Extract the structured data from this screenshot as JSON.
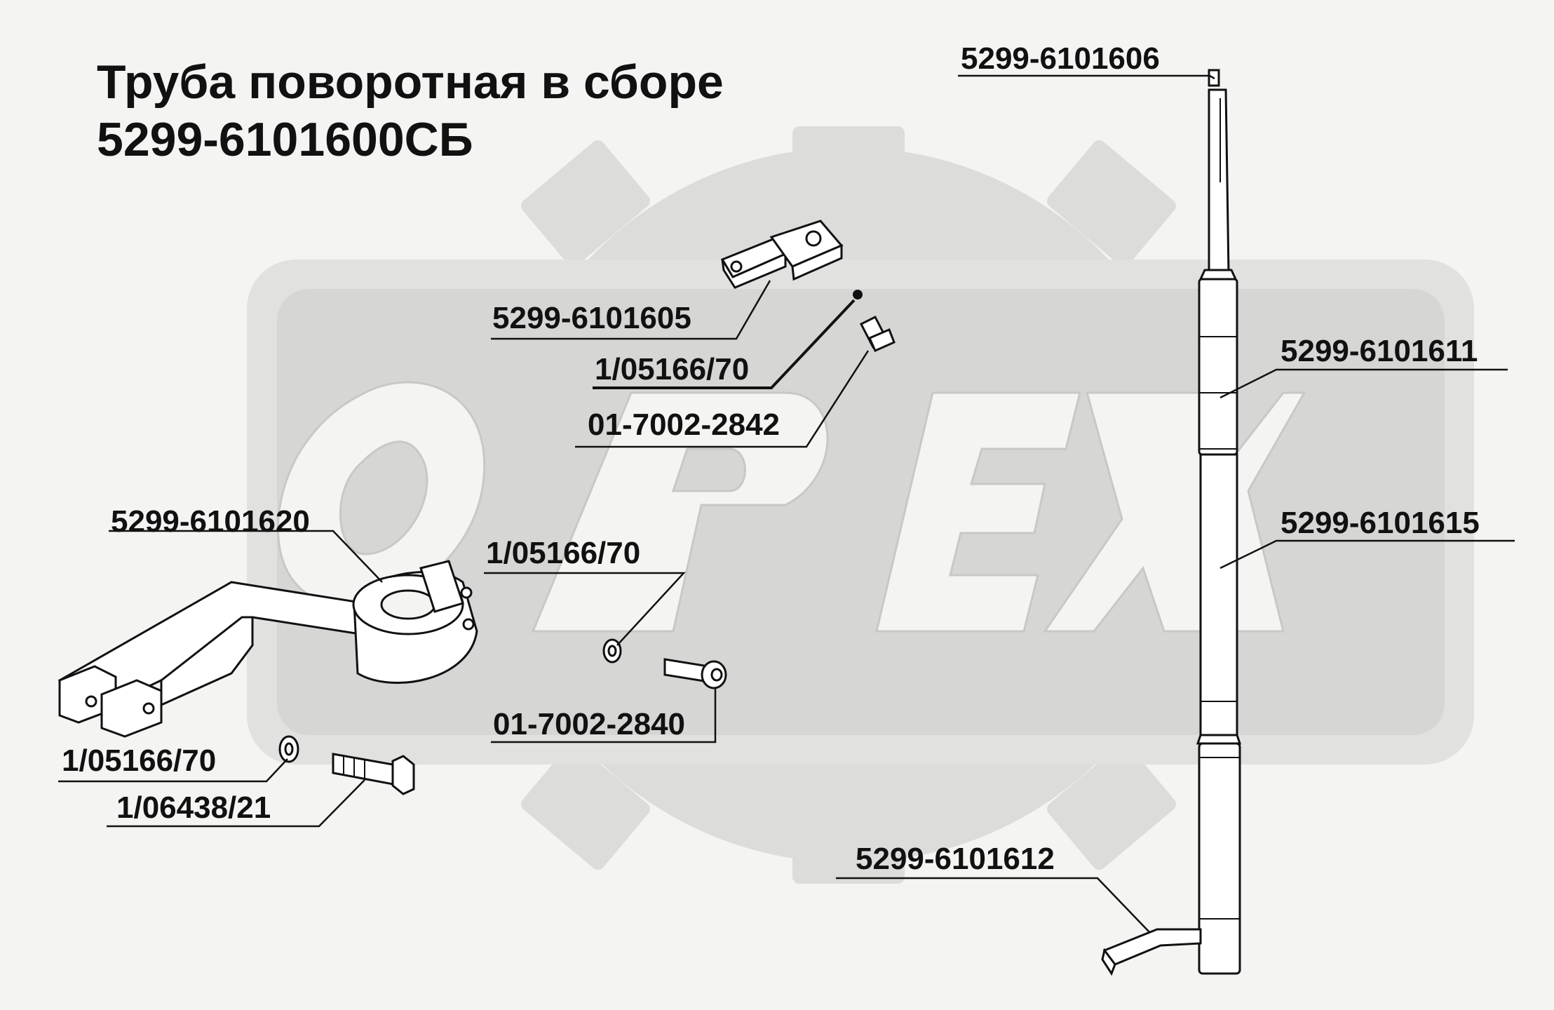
{
  "title": {
    "line1": "Труба поворотная в сборе",
    "line2": "5299-6101600СБ"
  },
  "watermark": {
    "text": "ОРЕХ",
    "color": "#dcdcda"
  },
  "parts": [
    {
      "id": "p1",
      "label": "5299-6101606"
    },
    {
      "id": "p2",
      "label": "5299-6101605"
    },
    {
      "id": "p3",
      "label": "1/05166/70"
    },
    {
      "id": "p4",
      "label": "01-7002-2842"
    },
    {
      "id": "p5",
      "label": "5299-6101611"
    },
    {
      "id": "p6",
      "label": "5299-6101620"
    },
    {
      "id": "p7",
      "label": "1/05166/70"
    },
    {
      "id": "p8",
      "label": "5299-6101615"
    },
    {
      "id": "p9",
      "label": "01-7002-2840"
    },
    {
      "id": "p10",
      "label": "1/05166/70"
    },
    {
      "id": "p11",
      "label": "1/06438/21"
    },
    {
      "id": "p12",
      "label": "5299-6101612"
    }
  ],
  "colors": {
    "ink": "#111111",
    "background": "#f4f4f2",
    "part_fill": "#ffffff"
  }
}
